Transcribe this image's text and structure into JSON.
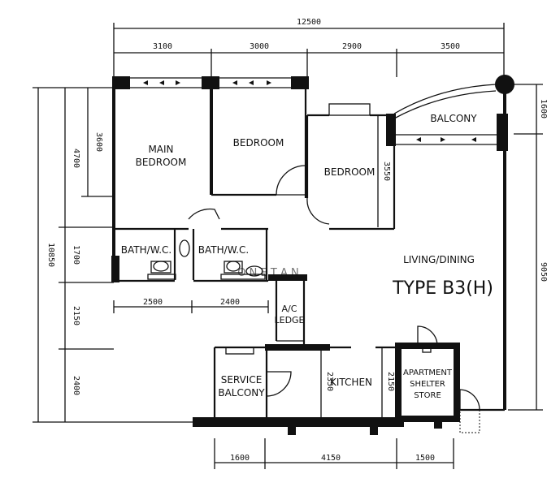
{
  "plan_title": "TYPE B3(H)",
  "watermark": "O N  E  T A N",
  "rooms": {
    "main_bedroom": [
      "MAIN",
      "BEDROOM"
    ],
    "bedroom_1": "BEDROOM",
    "bedroom_2": "BEDROOM",
    "balcony": "BALCONY",
    "bath_1": "BATH/W.C.",
    "bath_2": "BATH/W.C.",
    "living_dining": "LIVING/DINING",
    "ac_ledge": [
      "A/C",
      "LEDGE"
    ],
    "service_balcony": [
      "SERVICE",
      "BALCONY"
    ],
    "kitchen": "KITCHEN",
    "shelter": [
      "APARTMENT",
      "SHELTER",
      "STORE"
    ]
  },
  "dimensions": {
    "top_total": "12500",
    "top": [
      "3100",
      "3000",
      "2900",
      "3500"
    ],
    "left_total": "10850",
    "left": [
      "4700",
      "1700",
      "2150",
      "2400"
    ],
    "left_inner": "3600",
    "right_top": "1600",
    "right_bottom": "9050",
    "mid_baths": [
      "2500",
      "2400"
    ],
    "bottom": [
      "1600",
      "4150",
      "1500"
    ],
    "bedroom2_height": "3550",
    "kitchen_left": "2350",
    "kitchen_right": "2150"
  }
}
